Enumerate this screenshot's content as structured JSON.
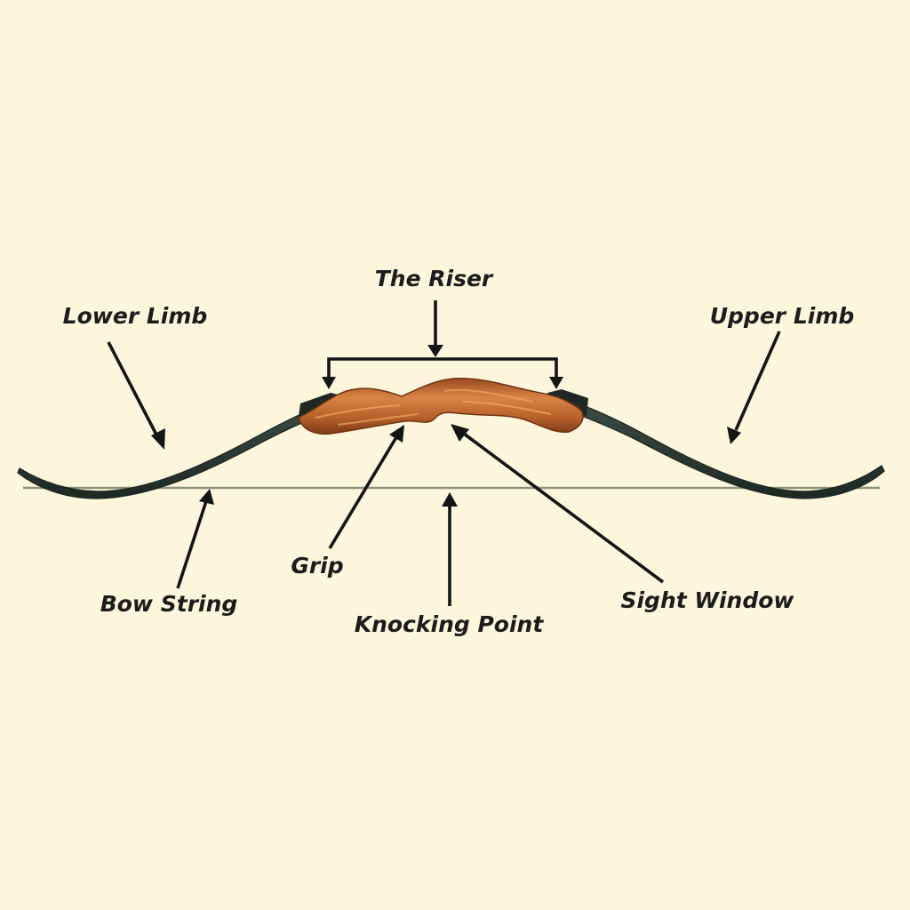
{
  "labels": {
    "riser": "The Riser",
    "lower_limb": "Lower Limb",
    "upper_limb": "Upper Limb",
    "grip": "Grip",
    "bow_string": "Bow String",
    "knocking_point": "Knocking Point",
    "sight_window": "Sight Window"
  },
  "colors": {
    "background": "#fdf6dd",
    "limb": "#2b3a33",
    "riser_wood": "#c86b34",
    "string": "#8f927c",
    "text": "#1c1c1c"
  }
}
